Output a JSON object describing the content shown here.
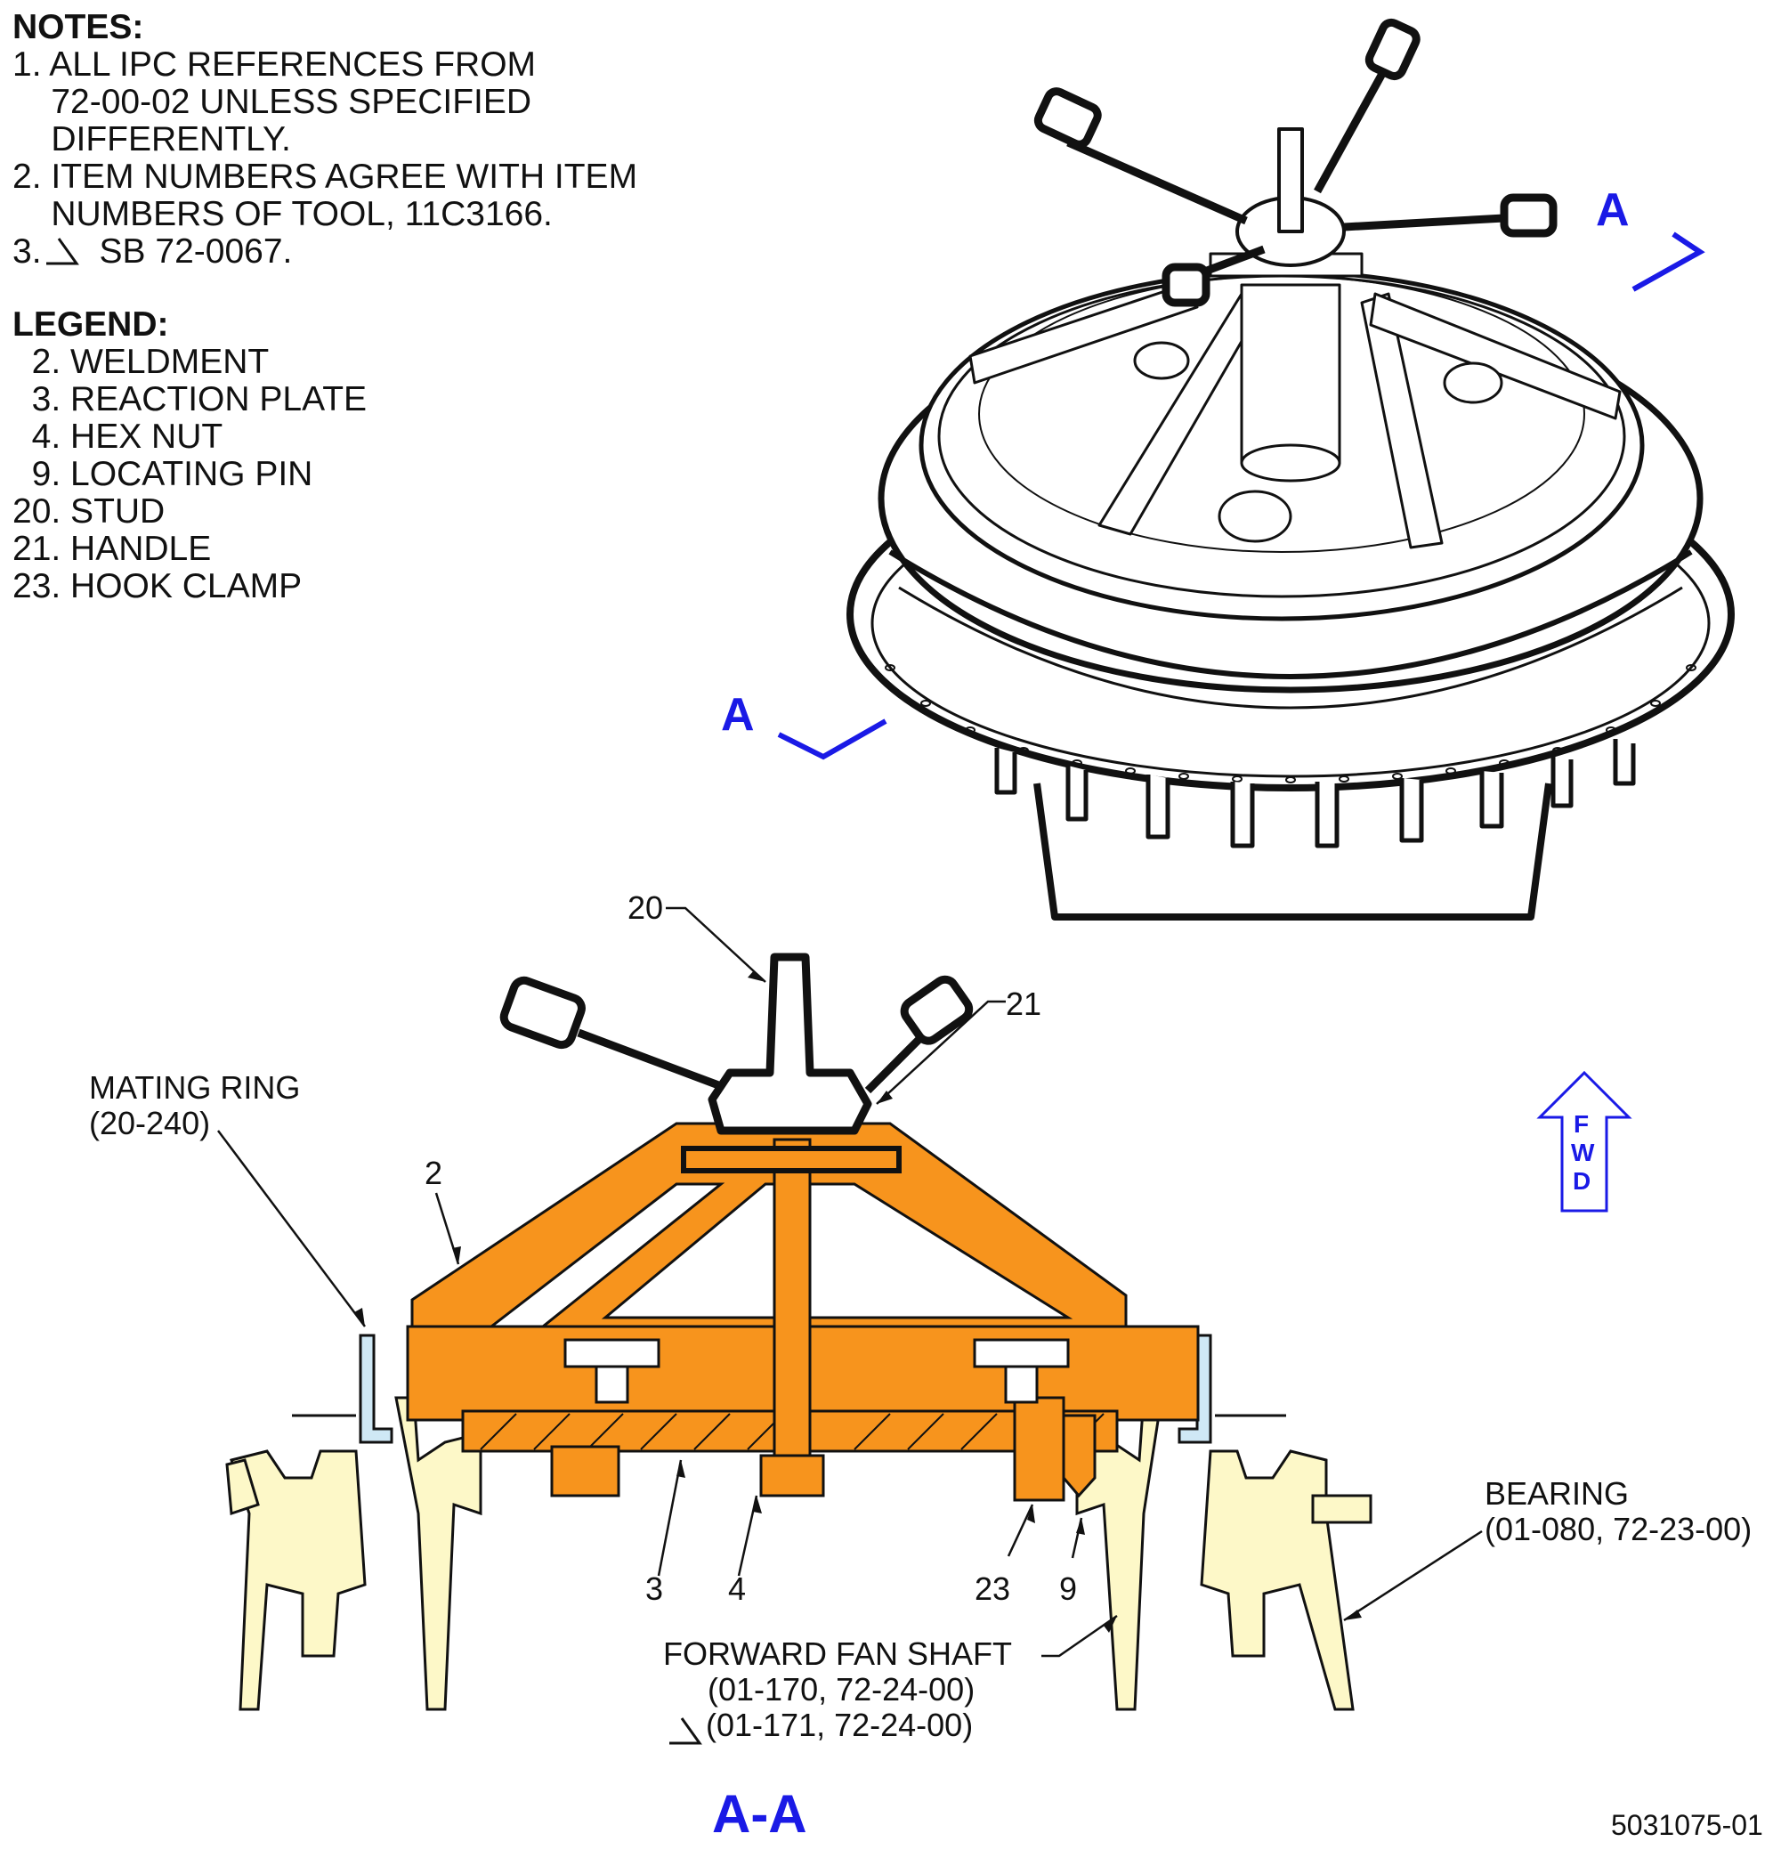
{
  "notes": {
    "title": "NOTES:",
    "items": [
      "1. ALL IPC REFERENCES FROM",
      "    72-00-02 UNLESS SPECIFIED",
      "    DIFFERENTLY.",
      "2. ITEM NUMBERS AGREE WITH ITEM",
      "    NUMBERS OF TOOL, 11C3166.",
      "3.      SB 72-0067."
    ]
  },
  "legend": {
    "title": "LEGEND:",
    "items": [
      "  2. WELDMENT",
      "  3. REACTION PLATE",
      "  4. HEX NUT",
      "  9. LOCATING PIN",
      "20. STUD",
      "21. HANDLE",
      "23. HOOK CLAMP"
    ]
  },
  "section_markers": {
    "upper_right": "A",
    "lower_left": "A",
    "view_title": "A-A"
  },
  "fwd_arrow": {
    "letters": [
      "F",
      "W",
      "D"
    ]
  },
  "callouts": {
    "stud": "20",
    "handle": "21",
    "weldment": "2",
    "mating_ring": "MATING RING\n(20-240)",
    "reaction_plate": "3",
    "hex_nut": "4",
    "hook_clamp": "23",
    "locating_pin": "9",
    "bearing": "BEARING\n(01-080, 72-23-00)",
    "fan_shaft_line1": "FORWARD FAN SHAFT",
    "fan_shaft_line2": "(01-170, 72-24-00)",
    "fan_shaft_line3": "(01-171, 72-24-00)"
  },
  "figure_id": "5031075-01",
  "colors": {
    "tool_orange": "#f7941d",
    "engine_cream": "#fdf8c8",
    "marker_blue": "#1a1ae6",
    "ring_blue": "#cfe8f5"
  }
}
